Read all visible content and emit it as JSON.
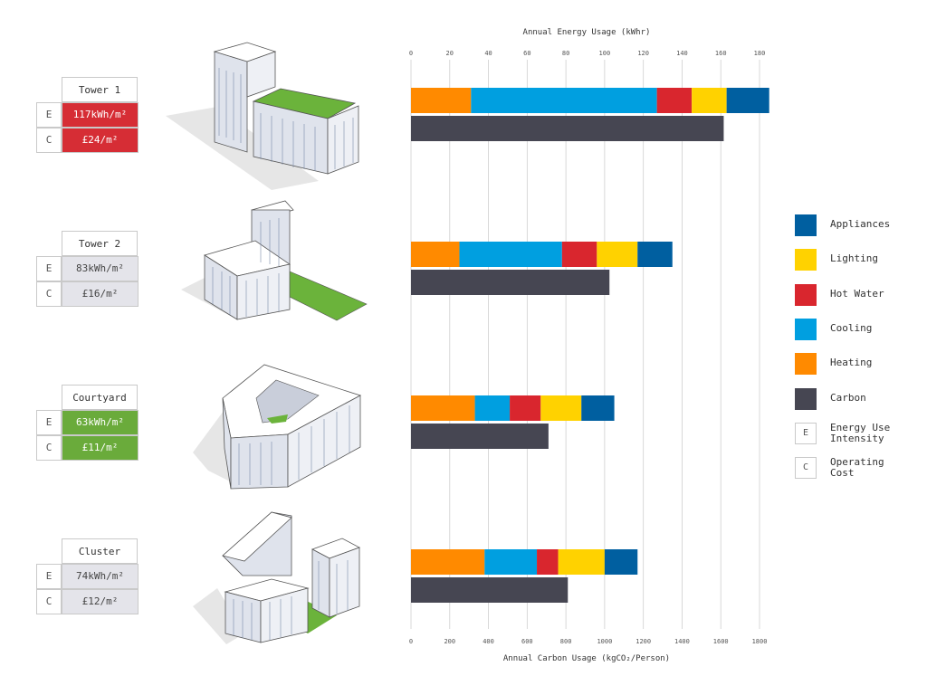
{
  "colors": {
    "heating": "#ff8a00",
    "cooling": "#009fe0",
    "hot_water": "#d9262e",
    "lighting": "#ffd200",
    "appliances": "#005fa0",
    "carbon": "#464652",
    "high_fill": "#d62d35",
    "low_fill": "#6aab3b",
    "neutral_fill": "#e4e4ea",
    "grass": "#6bb33b"
  },
  "buildings": [
    {
      "name": "Tower 1",
      "e_code": "E",
      "eui": "117kWh/m²",
      "c_code": "C",
      "cost": "£24/m²",
      "rating": "high",
      "icon": "tower-1-building-icon"
    },
    {
      "name": "Tower 2",
      "e_code": "E",
      "eui": "83kWh/m²",
      "c_code": "C",
      "cost": "£16/m²",
      "rating": "neutral",
      "icon": "tower-2-building-icon"
    },
    {
      "name": "Courtyard",
      "e_code": "E",
      "eui": "63kWh/m²",
      "c_code": "C",
      "cost": "£11/m²",
      "rating": "low",
      "icon": "courtyard-building-icon"
    },
    {
      "name": "Cluster",
      "e_code": "E",
      "eui": "74kWh/m²",
      "c_code": "C",
      "cost": "£12/m²",
      "rating": "neutral",
      "icon": "cluster-building-icon"
    }
  ],
  "legend": {
    "items": [
      {
        "label": "Appliances",
        "key": "appliances"
      },
      {
        "label": "Lighting",
        "key": "lighting"
      },
      {
        "label": "Hot Water",
        "key": "hot_water"
      },
      {
        "label": "Cooling",
        "key": "cooling"
      },
      {
        "label": "Heating",
        "key": "heating"
      },
      {
        "label": "Carbon",
        "key": "carbon"
      }
    ],
    "energy_code": "E",
    "energy_label": "Energy Use\nIntensity",
    "cost_code": "C",
    "cost_label": "Operating\nCost"
  },
  "chart_data": {
    "type": "bar",
    "orientation": "horizontal",
    "categories": [
      "Tower 1",
      "Tower 2",
      "Courtyard",
      "Cluster"
    ],
    "top_axis": {
      "title": "Annual Energy Usage (kWhr)",
      "range": [
        0,
        180
      ],
      "ticks": [
        "0",
        "20",
        "40",
        "60",
        "80",
        "100",
        "120",
        "140",
        "160",
        "180"
      ]
    },
    "bottom_axis": {
      "title": "Annual Carbon Usage (kgCO₂/Person)",
      "range": [
        0,
        1800
      ],
      "ticks": [
        "0",
        "200",
        "400",
        "600",
        "800",
        "1000",
        "1200",
        "1400",
        "1600",
        "1800"
      ]
    },
    "energy_series": [
      {
        "name": "Heating",
        "key": "heating",
        "values": [
          31,
          25,
          33,
          38
        ]
      },
      {
        "name": "Cooling",
        "key": "cooling",
        "values": [
          96,
          53,
          18,
          27
        ]
      },
      {
        "name": "Hot Water",
        "key": "hot_water",
        "values": [
          18,
          18,
          16,
          11
        ]
      },
      {
        "name": "Lighting",
        "key": "lighting",
        "values": [
          18,
          21,
          21,
          24
        ]
      },
      {
        "name": "Appliances",
        "key": "appliances",
        "values": [
          22,
          18,
          17,
          17
        ]
      }
    ],
    "carbon_series": {
      "name": "Carbon",
      "key": "carbon",
      "values": [
        1615,
        1025,
        710,
        810
      ]
    },
    "grid": true,
    "legend_position": "right"
  }
}
